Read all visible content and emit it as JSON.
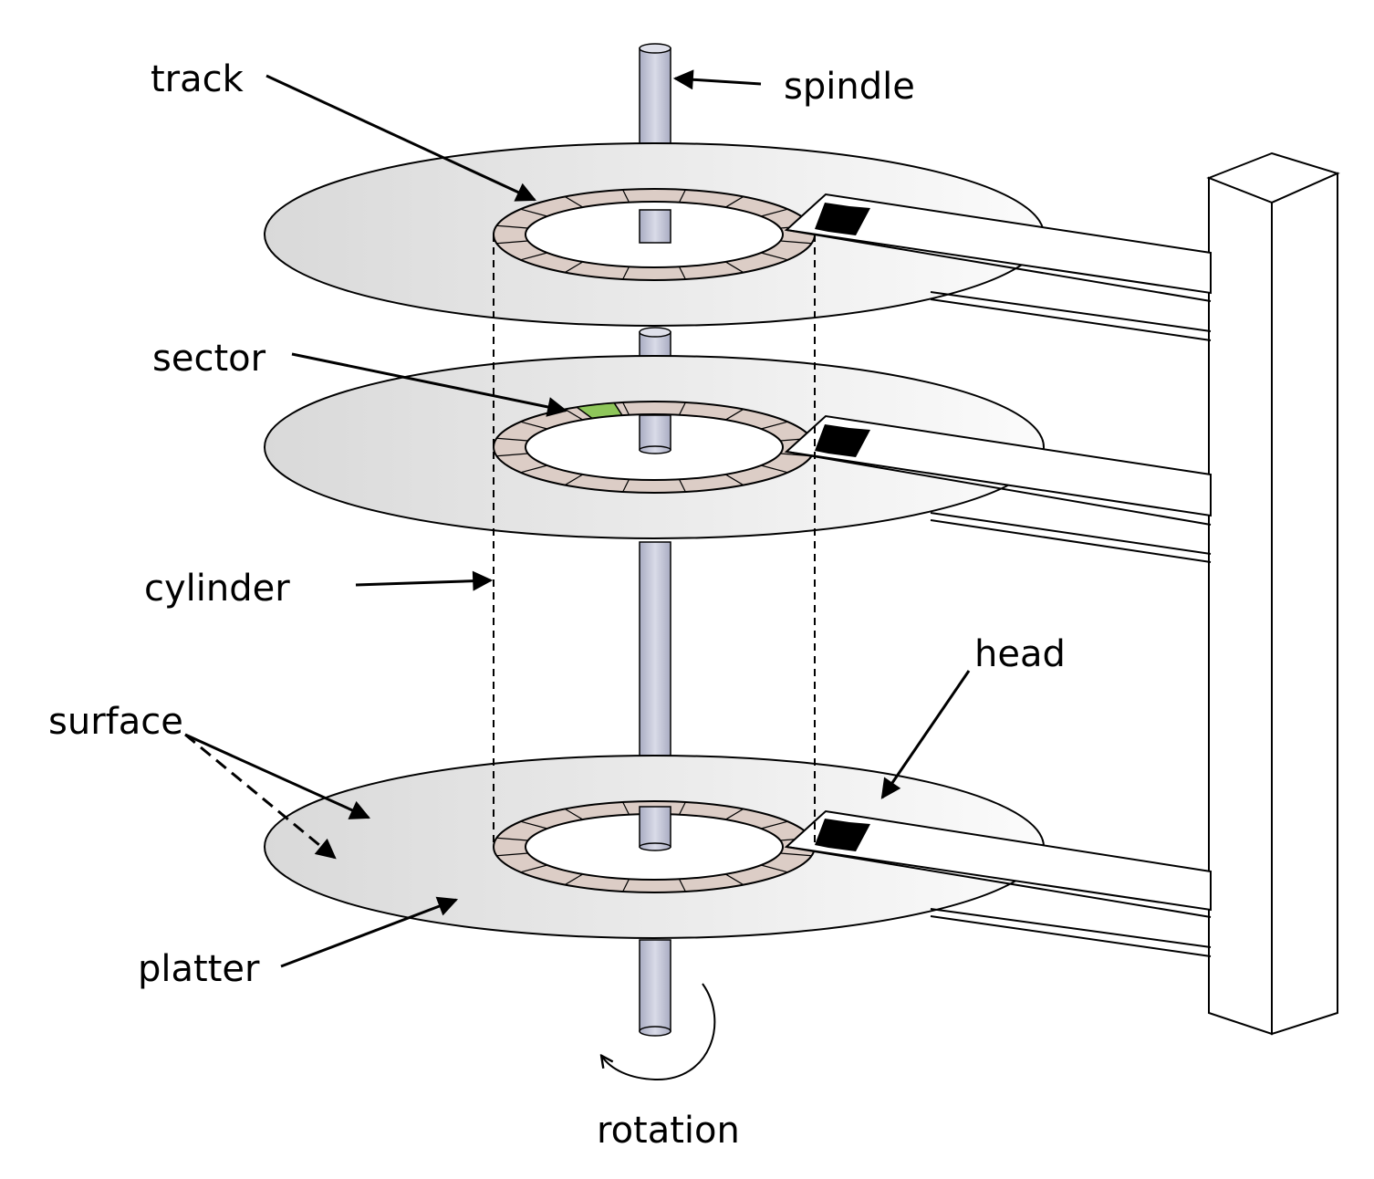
{
  "labels": {
    "track": "track",
    "spindle": "spindle",
    "sector": "sector",
    "cylinder": "cylinder",
    "head": "head",
    "surface": "surface",
    "platter": "platter",
    "rotation": "rotation"
  },
  "platters": [
    {
      "name": "top",
      "sectors": 16
    },
    {
      "name": "middle",
      "sectors": 16,
      "highlighted_sector": true
    },
    {
      "name": "bottom",
      "sectors": 16
    }
  ],
  "colors": {
    "platter_dark": "#d9d9d9",
    "platter_light": "#fbfbfb",
    "track_fill": "#dccdc6",
    "sector_highlight": "#8ec65a",
    "spindle": "#c3c6d8",
    "head_block": "#000000",
    "line": "#000000"
  }
}
